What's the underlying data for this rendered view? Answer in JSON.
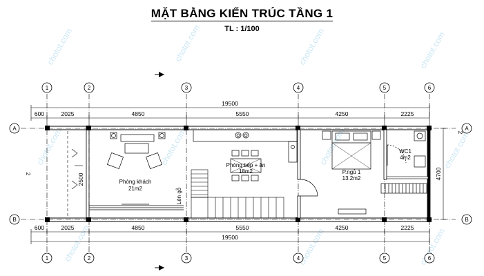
{
  "title": "MẶT BẰNG KIẾN TRÚC TẦNG 1",
  "scale": "TL : 1/100",
  "grid_labels": [
    "1",
    "2",
    "3",
    "4",
    "5",
    "6"
  ],
  "row_labels": [
    "A",
    "B"
  ],
  "section_label": "2",
  "dims_top": {
    "total": "19500",
    "segments": [
      "600",
      "2025",
      "4850",
      "5550",
      "4250",
      "2225"
    ]
  },
  "dims_bottom": {
    "total": "19500",
    "segments": [
      "600",
      "2025",
      "4850",
      "5550",
      "4250",
      "2225"
    ]
  },
  "dim_right": "4700",
  "dim_inner": "2500",
  "rooms": {
    "living": {
      "name": "Phòng khách",
      "area": "21m2"
    },
    "kitchen": {
      "name": "Phòng bếp + ăn",
      "area": "18m2"
    },
    "bedroom": {
      "name": "P.ngủ 1",
      "area": "13.2m2"
    },
    "wc": {
      "name": "WC1",
      "area": "4m2"
    },
    "stair": {
      "name": "Lên gỗ"
    }
  },
  "watermark": "chotot.com",
  "colors": {
    "line": "#000000",
    "wall": "#000000",
    "watermark": "#9fd3ec"
  }
}
